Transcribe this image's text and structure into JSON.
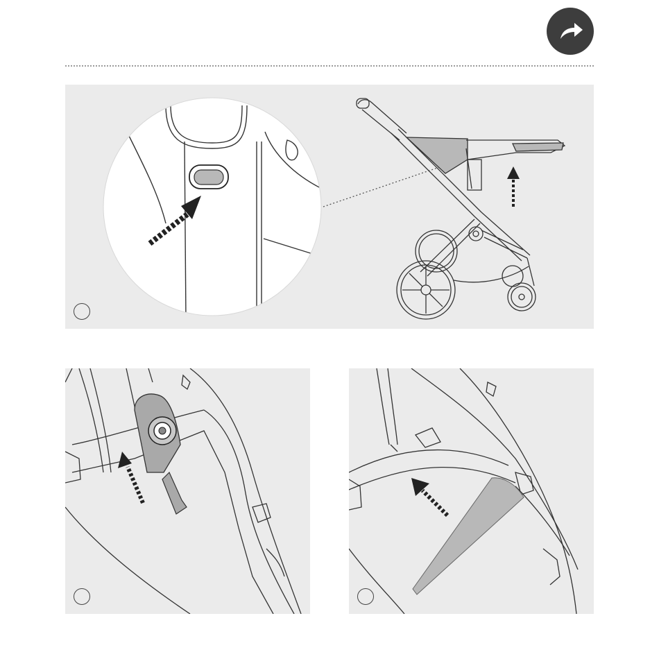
{
  "header": {
    "icon": "curved-arrow-right-icon",
    "colors": {
      "badge": "#3d3d3d",
      "panel": "#ebebeb",
      "highlight": "#b8b8b8",
      "line": "#333333"
    }
  },
  "panels": [
    {
      "id": "top",
      "icons": [
        "zoom-callout-icon",
        "release-button-icon",
        "push-arrow-icon",
        "lift-arrow-icon"
      ]
    },
    {
      "id": "bottom-left",
      "icons": [
        "pivot-joint-icon",
        "lift-arrow-icon"
      ]
    },
    {
      "id": "bottom-right",
      "icons": [
        "fabric-strip-icon",
        "pull-arrow-icon"
      ]
    }
  ]
}
